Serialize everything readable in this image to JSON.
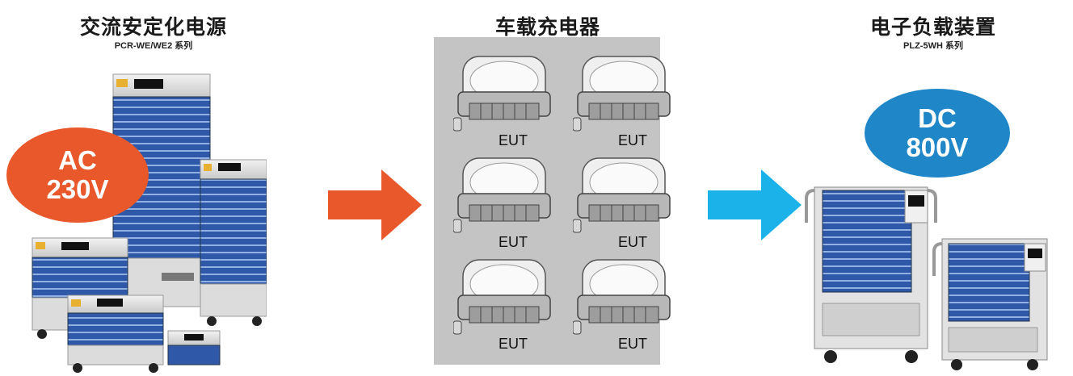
{
  "source": {
    "title": "交流安定化电源",
    "subtitle": "PCR-WE/WE2 系列"
  },
  "dut": {
    "title": "车载充电器",
    "eut_labels": [
      "EUT",
      "EUT",
      "EUT",
      "EUT",
      "EUT",
      "EUT"
    ]
  },
  "load": {
    "title": "电子负载装置",
    "subtitle": "PLZ-5WH 系列"
  },
  "ac_badge": {
    "line1": "AC",
    "line2": "230V",
    "color": "#e8582a"
  },
  "dc_badge": {
    "line1": "DC",
    "line2": "800V",
    "color": "#1f86c8"
  },
  "arrows": {
    "ac_color": "#e8582a",
    "dc_color": "#1bb2ea"
  }
}
